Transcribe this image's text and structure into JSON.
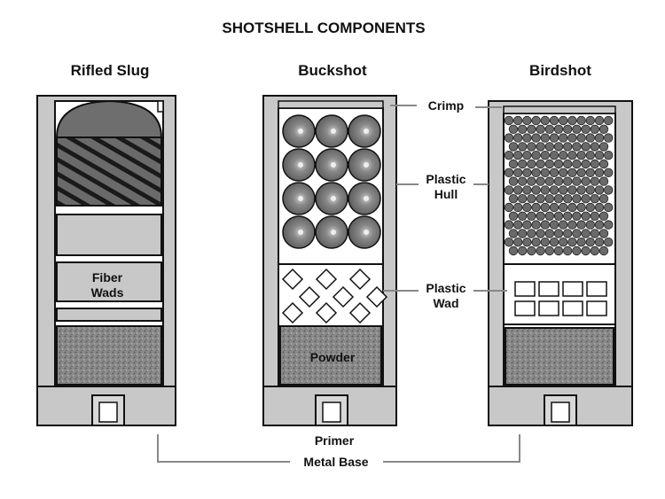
{
  "title": "SHOTSHELL COMPONENTS",
  "shells": {
    "slug": "Rifled Slug",
    "buckshot": "Buckshot",
    "birdshot": "Birdshot"
  },
  "labels": {
    "fiber_wads_1": "Fiber",
    "fiber_wads_2": "Wads",
    "powder": "Powder",
    "crimp": "Crimp",
    "hull_1": "Plastic",
    "hull_2": "Hull",
    "wad_1": "Plastic",
    "wad_2": "Wad",
    "primer": "Primer",
    "metal_base": "Metal Base"
  },
  "colors": {
    "hull": "#c8c8c8",
    "outline": "#111111",
    "slug": "#6e6e6e",
    "pellet": "#6a6a6a",
    "powder": "#8c8c8c"
  }
}
